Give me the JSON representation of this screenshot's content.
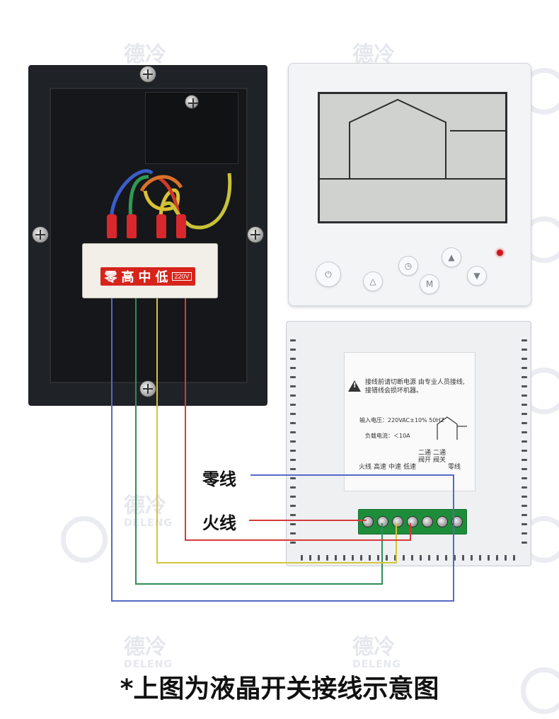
{
  "caption": "*上图为液晶开关接线示意图",
  "callouts": {
    "neutral": "零线",
    "live": "火线"
  },
  "junction_box": {
    "label_chars": [
      "零",
      "高",
      "中",
      "低"
    ],
    "voltage_badge": "220V"
  },
  "thermostat_front": {
    "buttons": [
      "power-icon",
      "fan-icon",
      "clock-icon",
      "mode-M-icon",
      "up-arrow-icon",
      "down-arrow-icon"
    ],
    "mode_button_label": "M"
  },
  "thermostat_back": {
    "warning_text": "接线前请切断电源 由专业人员接线, 接错线会损坏机器。",
    "input_voltage": "输入电压：220VAC±10% 50HZ",
    "load_current": "负载电流：＜10A",
    "terminal_labels": [
      "火线",
      "高速",
      "中速",
      "低速",
      "二通阀开",
      "二通阀关",
      "零线"
    ]
  },
  "watermark": {
    "brand_cn": "德冷",
    "brand_en": "DELENG"
  },
  "colors": {
    "neutral_wire": "#5569c6",
    "high_wire": "#2f8d5a",
    "mid_wire": "#d4c53a",
    "low_wire": "#d73a3a",
    "live_wire": "#d73a3a",
    "terminal_block": "#1e8d3a"
  }
}
